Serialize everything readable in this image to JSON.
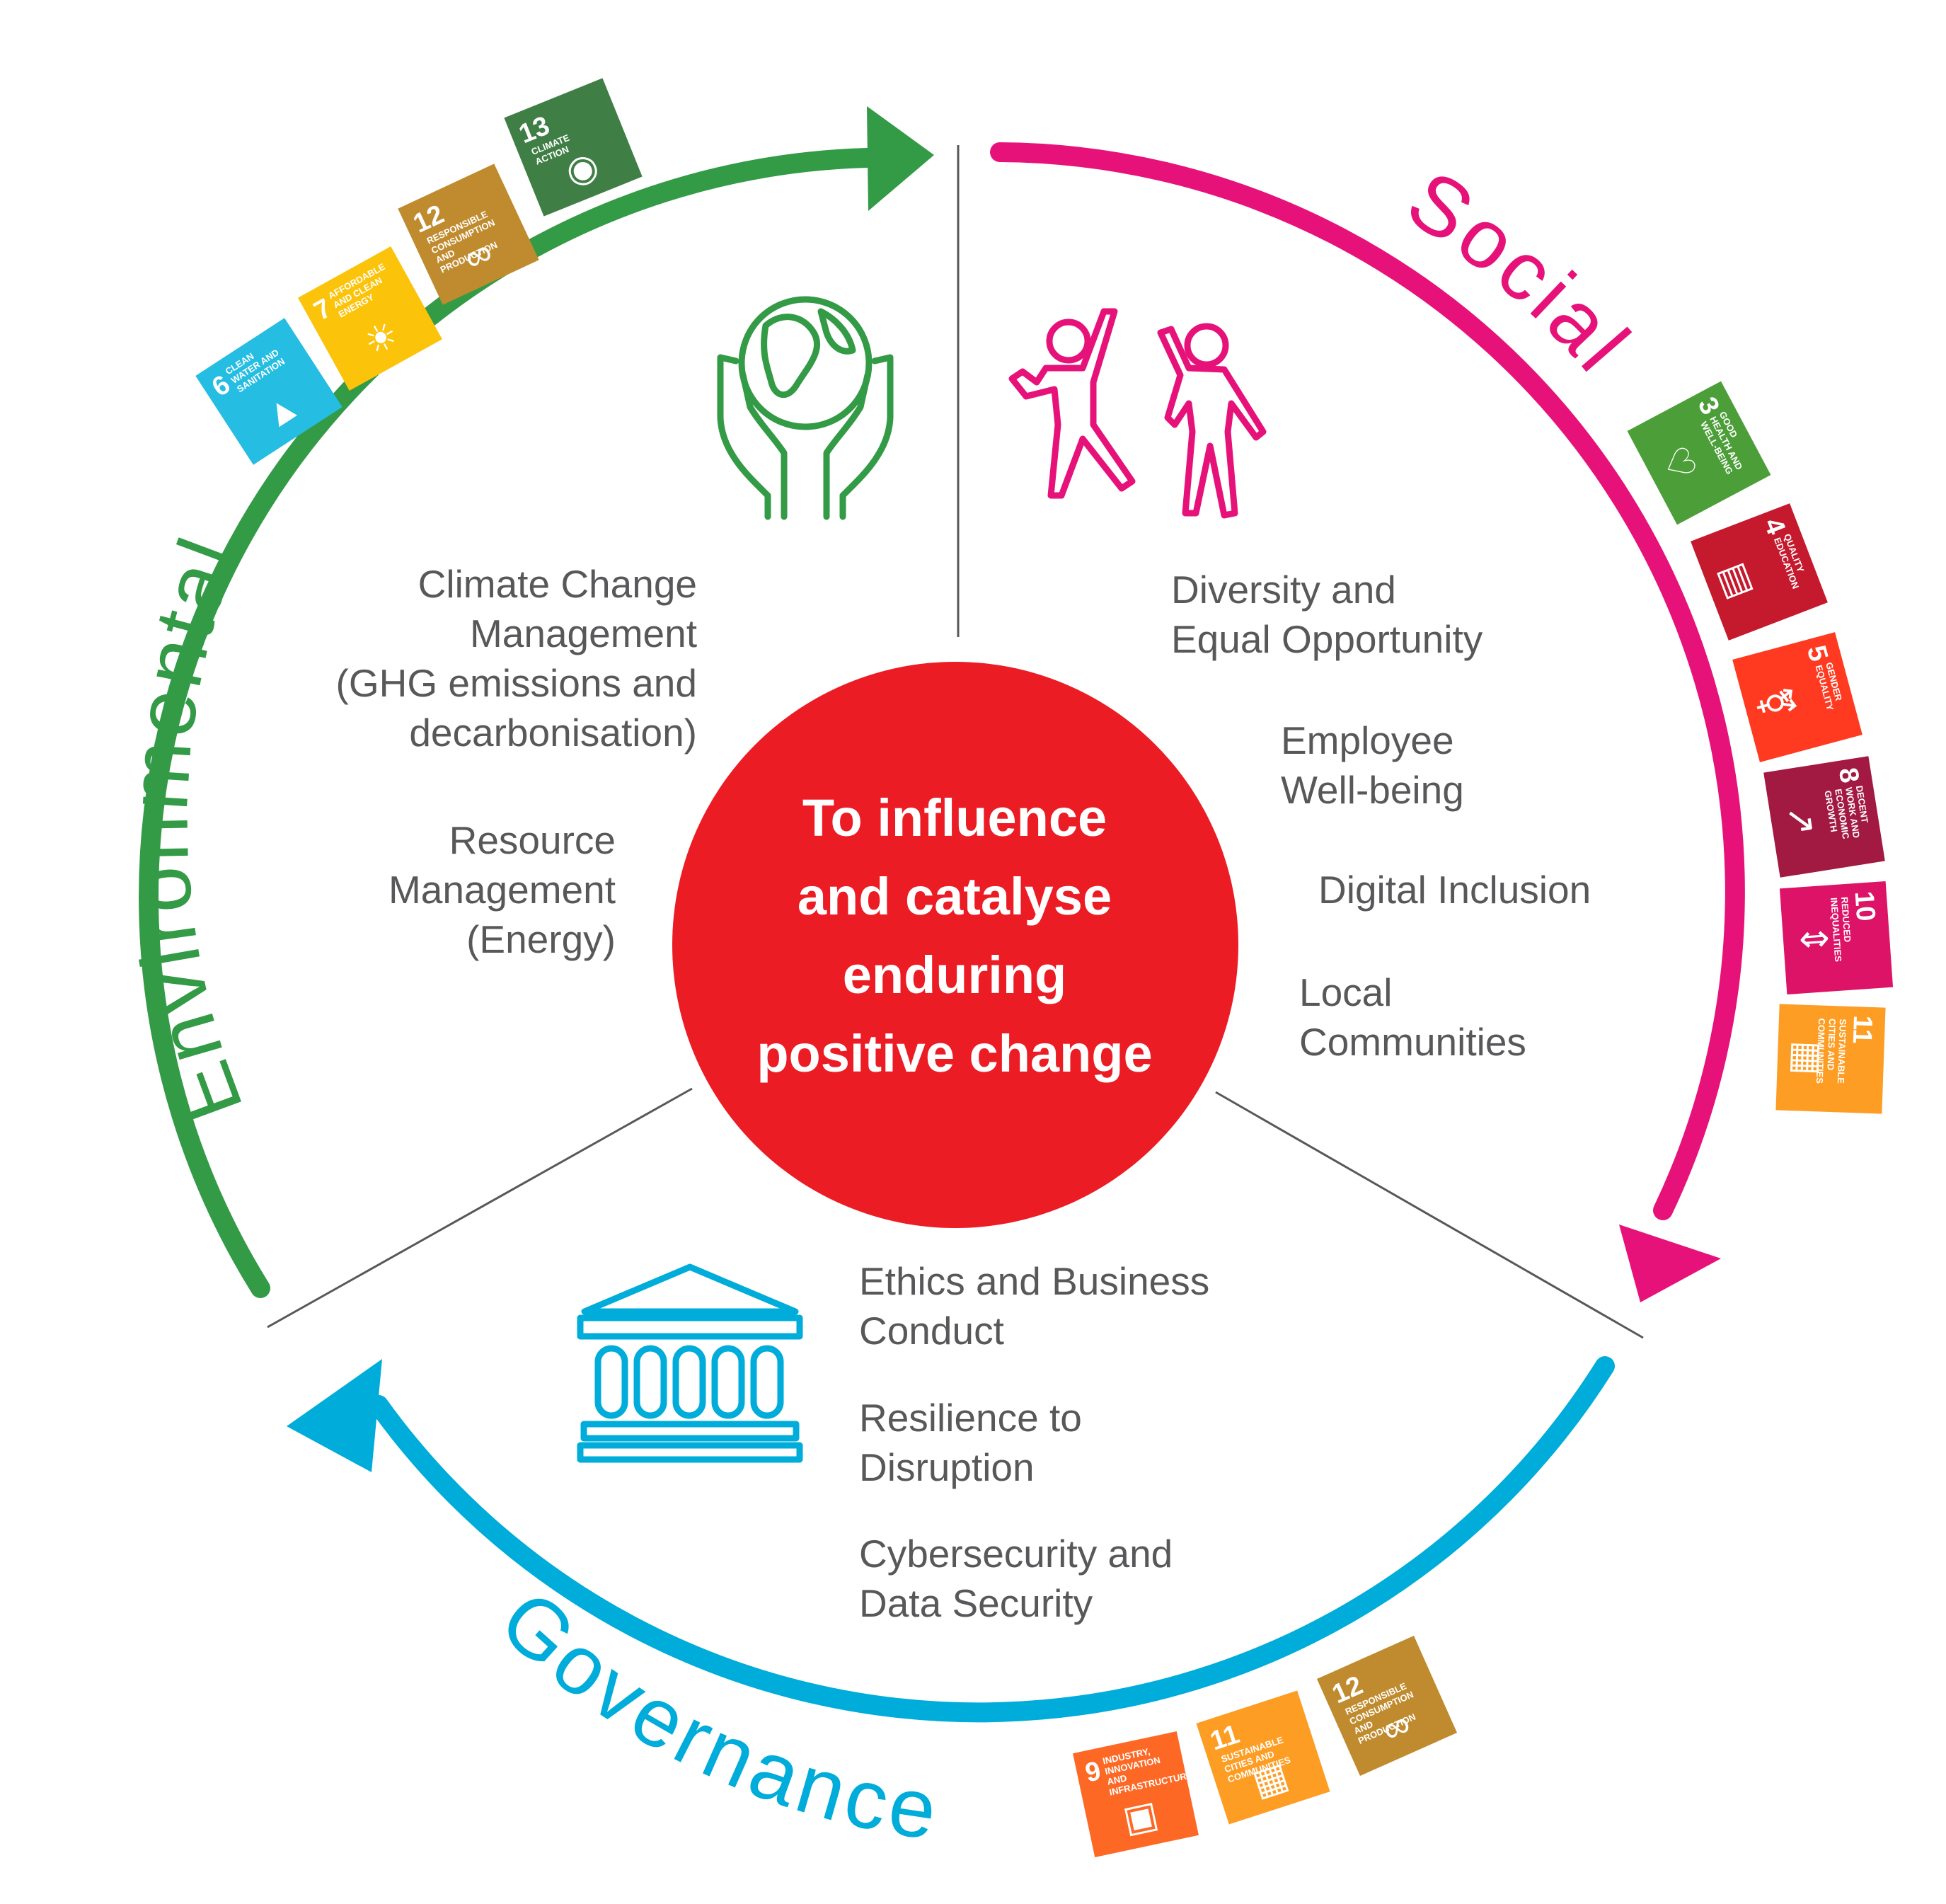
{
  "center": {
    "lines": [
      "To influence",
      "and catalyse",
      "enduring",
      "positive change"
    ],
    "color": "#ec1c24"
  },
  "pillars": {
    "environmental": {
      "label": "Environmental",
      "color": "#339a46",
      "icon": "globe-in-hands-icon",
      "topics": [
        {
          "lines": [
            "Climate Change",
            "Management",
            "(GHG emissions and",
            "decarbonisation)"
          ]
        },
        {
          "lines": [
            "Resource",
            "Management",
            "(Energy)"
          ]
        }
      ]
    },
    "social": {
      "label": "Social",
      "color": "#e6127a",
      "icon": "people-celebrating-icon",
      "topics": [
        {
          "lines": [
            "Diversity and",
            "Equal Opportunity"
          ]
        },
        {
          "lines": [
            "Employee",
            "Well-being"
          ]
        },
        {
          "lines": [
            "Digital Inclusion"
          ]
        },
        {
          "lines": [
            "Local",
            "Communities"
          ]
        }
      ]
    },
    "governance": {
      "label": "Governance",
      "color": "#00acd9",
      "icon": "institution-building-icon",
      "topics": [
        {
          "lines": [
            "Ethics and Business",
            "Conduct"
          ]
        },
        {
          "lines": [
            "Resilience to",
            "Disruption"
          ]
        },
        {
          "lines": [
            "Cybersecurity and",
            "Data Security"
          ]
        }
      ]
    }
  },
  "sdg_tiles": {
    "environmental": [
      {
        "number": "6",
        "label": "CLEAN WATER AND SANITATION",
        "color": "#26bde2",
        "icon": "water-drop-icon"
      },
      {
        "number": "7",
        "label": "AFFORDABLE AND CLEAN ENERGY",
        "color": "#fcc30b",
        "icon": "sun-icon"
      },
      {
        "number": "12",
        "label": "RESPONSIBLE CONSUMPTION AND PRODUCTION",
        "color": "#bf8b2e",
        "icon": "infinity-icon"
      },
      {
        "number": "13",
        "label": "CLIMATE ACTION",
        "color": "#3f7e44",
        "icon": "eye-globe-icon"
      }
    ],
    "social": [
      {
        "number": "3",
        "label": "GOOD HEALTH AND WELL-BEING",
        "color": "#4c9f38",
        "icon": "heartbeat-icon"
      },
      {
        "number": "4",
        "label": "QUALITY EDUCATION",
        "color": "#c5192d",
        "icon": "book-icon"
      },
      {
        "number": "5",
        "label": "GENDER EQUALITY",
        "color": "#ff3a21",
        "icon": "gender-equality-icon"
      },
      {
        "number": "8",
        "label": "DECENT WORK AND ECONOMIC GROWTH",
        "color": "#a21942",
        "icon": "growth-chart-icon"
      },
      {
        "number": "10",
        "label": "REDUCED INEQUALITIES",
        "color": "#dd1367",
        "icon": "equality-arrows-icon"
      },
      {
        "number": "11",
        "label": "SUSTAINABLE CITIES AND COMMUNITIES",
        "color": "#fd9d24",
        "icon": "city-buildings-icon"
      }
    ],
    "governance": [
      {
        "number": "9",
        "label": "INDUSTRY, INNOVATION AND INFRASTRUCTURE",
        "color": "#fd6925",
        "icon": "cubes-icon"
      },
      {
        "number": "11",
        "label": "SUSTAINABLE CITIES AND COMMUNITIES",
        "color": "#fd9d24",
        "icon": "city-buildings-icon"
      },
      {
        "number": "12",
        "label": "RESPONSIBLE CONSUMPTION AND PRODUCTION",
        "color": "#bf8b2e",
        "icon": "infinity-icon"
      }
    ]
  }
}
